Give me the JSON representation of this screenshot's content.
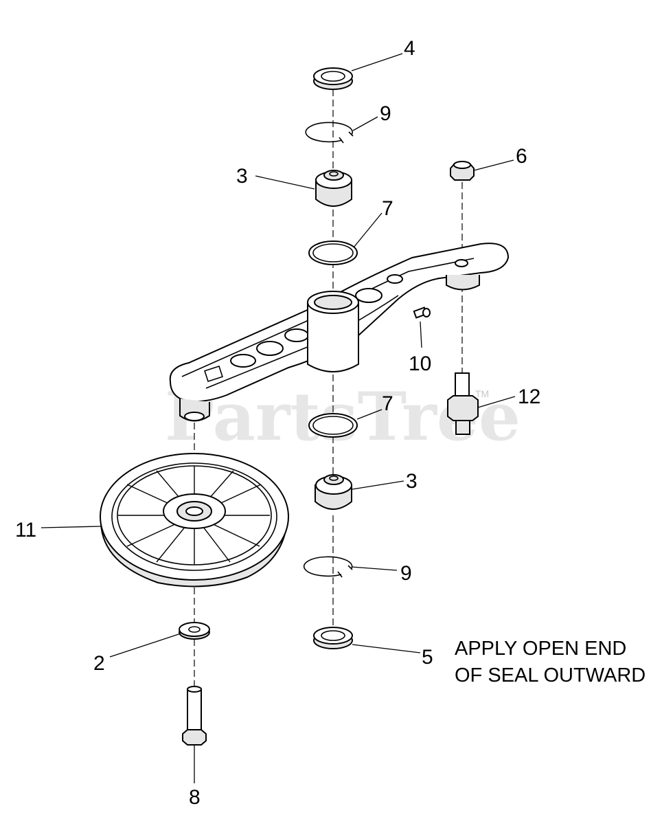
{
  "watermark": {
    "text": "PartsTree",
    "trademark": "TM"
  },
  "callouts": {
    "c4": "4",
    "c9_top": "9",
    "c3_top": "3",
    "c6": "6",
    "c7_top": "7",
    "c10": "10",
    "c7_bottom": "7",
    "c12": "12",
    "c3_bottom": "3",
    "c11": "11",
    "c9_bottom": "9",
    "c2": "2",
    "c5": "5",
    "c8": "8"
  },
  "note": {
    "line1": "APPLY OPEN END",
    "line2": "OF SEAL OUTWARD"
  }
}
